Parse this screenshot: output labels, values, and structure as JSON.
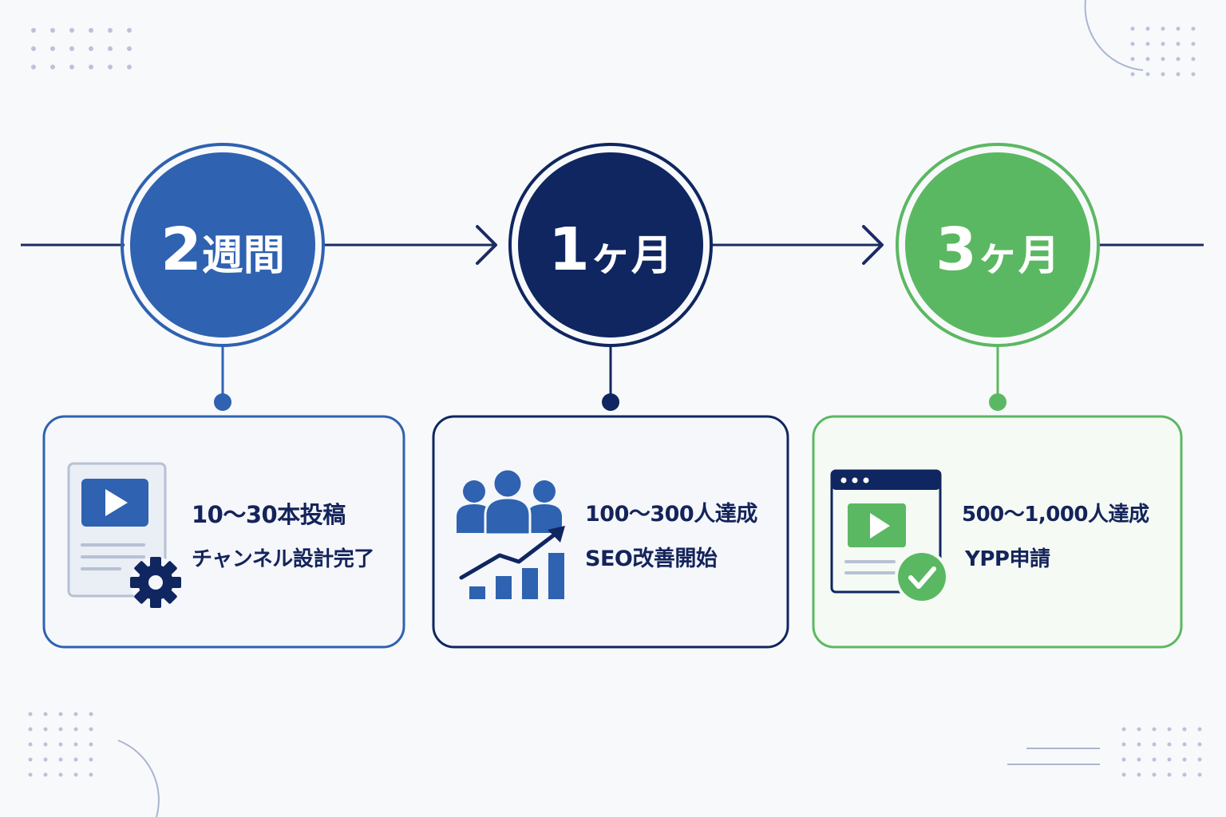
{
  "colors": {
    "primary_blue": "#2f62b0",
    "navy": "#0f2660",
    "green": "#5bb862",
    "text_dark": "#14245a",
    "line": "#1c2b63",
    "dots": "#b9c3d8"
  },
  "milestones": [
    {
      "num": "2",
      "unit": "週間",
      "color": "#2f62b0",
      "icon": "document-video-gear-icon",
      "lines": [
        "10～30本投稿",
        "チャンネル設計完了"
      ]
    },
    {
      "num": "1",
      "unit": "ヶ月",
      "color": "#0f2660",
      "icon": "audience-growth-chart-icon",
      "lines": [
        "100～300人達成",
        "SEO改善開始"
      ]
    },
    {
      "num": "3",
      "unit": "ヶ月",
      "color": "#5bb862",
      "icon": "browser-video-check-icon",
      "lines": [
        "500～1,000人達成",
        "YPP申請"
      ]
    }
  ]
}
